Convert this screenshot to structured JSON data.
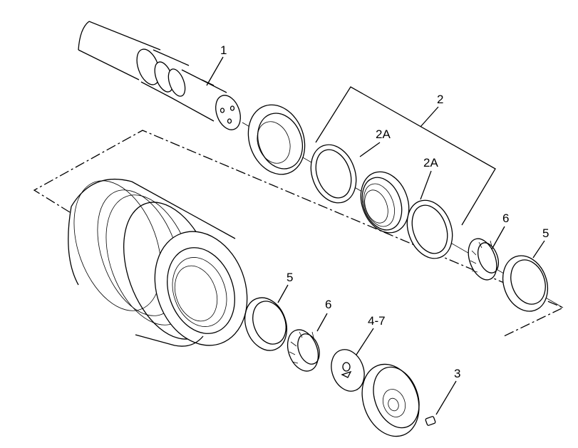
{
  "diagram": {
    "callouts": [
      {
        "id": "shaft",
        "label": "1"
      },
      {
        "id": "seal_group",
        "label": "2"
      },
      {
        "id": "ring_upper",
        "label": "2A"
      },
      {
        "id": "ring_lower",
        "label": "2A"
      },
      {
        "id": "cone_right",
        "label": "6"
      },
      {
        "id": "cup_right",
        "label": "5"
      },
      {
        "id": "cup_left",
        "label": "5"
      },
      {
        "id": "cone_left",
        "label": "6"
      },
      {
        "id": "washer",
        "label": "4-7"
      },
      {
        "id": "plug",
        "label": "3"
      }
    ]
  }
}
